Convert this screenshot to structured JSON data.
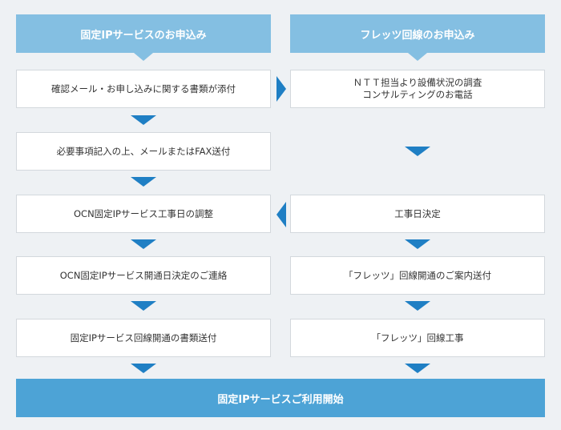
{
  "headers": {
    "left": "固定IPサービスのお申込み",
    "right": "フレッツ回線のお申込み"
  },
  "left_steps": [
    "確認メール・お申し込みに関する書類が添付",
    "必要事項記入の上、メールまたはFAX送付",
    "OCN固定IPサービス工事日の調整",
    "OCN固定IPサービス開通日決定のご連絡",
    "固定IPサービス回線開通の書類送付"
  ],
  "right_steps": {
    "step1_line1": "ＮＴＴ担当より設備状況の調査",
    "step1_line2": "コンサルティングのお電話",
    "step2": "工事日決定",
    "step3": "「フレッツ」回線開通のご案内送付",
    "step4": "「フレッツ」回線工事"
  },
  "final": "固定IPサービスご利用開始",
  "colors": {
    "header": "#84bfe2",
    "arrow": "#1f7fc4",
    "final": "#4da3d6",
    "background": "#eef1f4"
  }
}
